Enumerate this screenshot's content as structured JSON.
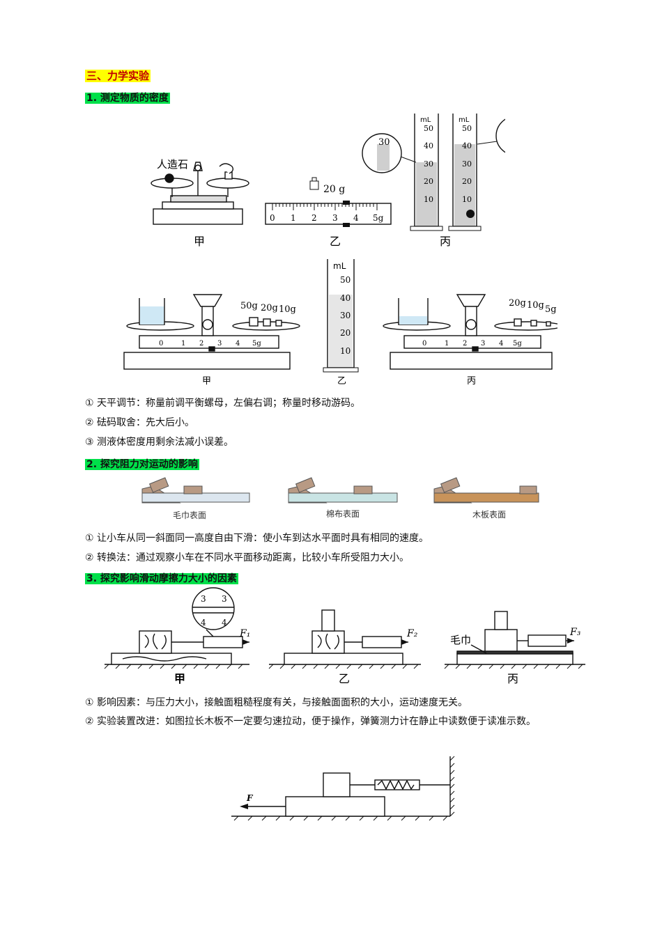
{
  "section_title": "三、力学实验",
  "sections": [
    {
      "heading": "1. 测定物质的密度",
      "fig1": {
        "stone_label": "人造石",
        "weight_label": "20 g",
        "ruler_ticks": [
          "0",
          "1",
          "2",
          "3",
          "4",
          "5g"
        ],
        "cylinder_unit": "mL",
        "cylinder_ticks": [
          "50",
          "40",
          "30",
          "20",
          "10"
        ],
        "readout_1": "30",
        "readout_2": "40",
        "captions": [
          "甲",
          "乙",
          "丙"
        ]
      },
      "fig2": {
        "weights_left": [
          "50g",
          "20g",
          "10g"
        ],
        "weights_right": [
          "20g",
          "10g",
          "5g"
        ],
        "ruler_ticks": [
          "0",
          "1",
          "2",
          "3",
          "4",
          "5g"
        ],
        "cylinder_unit": "mL",
        "cylinder_ticks": [
          "50",
          "40",
          "30",
          "20",
          "10"
        ],
        "captions": [
          "甲",
          "乙",
          "丙"
        ]
      },
      "notes": [
        "① 天平调节：称量前调平衡螺母，左偏右调；称量时移动游码。",
        "② 砝码取舍：先大后小。",
        "③ 测液体密度用剩余法减小误差。"
      ]
    },
    {
      "heading": "2. 探究阻力对运动的影响",
      "surfaces": [
        "毛巾表面",
        "棉布表面",
        "木板表面"
      ],
      "notes": [
        "① 让小车从同一斜面同一高度自由下滑：使小车到达水平面时具有相同的速度。",
        "② 转换法：通过观察小车在不同水平面移动距离，比较小车所受阻力大小。"
      ]
    },
    {
      "heading": "3. 探究影响滑动摩擦力大小的因素",
      "forces": [
        "F₁",
        "F₂",
        "F₃"
      ],
      "towel_label": "毛巾",
      "captions": [
        "甲",
        "乙",
        "丙"
      ],
      "dial_numbers": [
        "3",
        "4"
      ],
      "notes": [
        "① 影响因素：与压力大小，接触面粗糙程度有关，与接触面面积的大小，运动速度无关。",
        "② 实验装置改进：如图拉长木板不一定要匀速拉动，便于操作，弹簧测力计在静止中读数便于读准示数。"
      ],
      "improved_force": "F"
    }
  ]
}
